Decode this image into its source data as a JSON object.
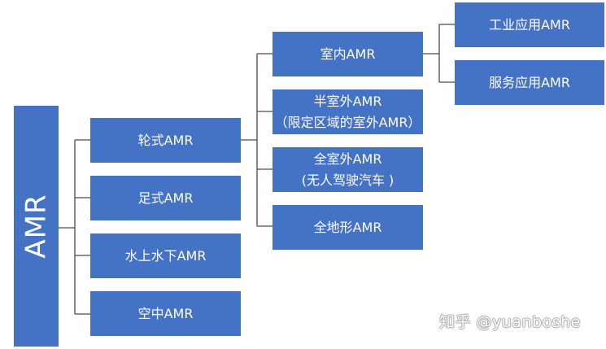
{
  "diagram": {
    "root": {
      "label": "AMR"
    },
    "level1": [
      {
        "label": "轮式AMR"
      },
      {
        "label": "足式AMR"
      },
      {
        "label": "水上水下AMR"
      },
      {
        "label": "空中AMR"
      }
    ],
    "level2": [
      {
        "line1": "室内AMR",
        "line2": ""
      },
      {
        "line1": "半室外AMR",
        "line2": "（限定区域的室外AMR）"
      },
      {
        "line1": "全室外AMR",
        "line2": "(无人驾驶汽车 )"
      },
      {
        "line1": "全地形AMR",
        "line2": ""
      }
    ],
    "level3": [
      {
        "label": "工业应用AMR"
      },
      {
        "label": "服务应用AMR"
      }
    ]
  },
  "watermark": "知乎 @yuanboshe",
  "colors": {
    "box": "#4472c4",
    "connector": "#4a4a4a"
  }
}
